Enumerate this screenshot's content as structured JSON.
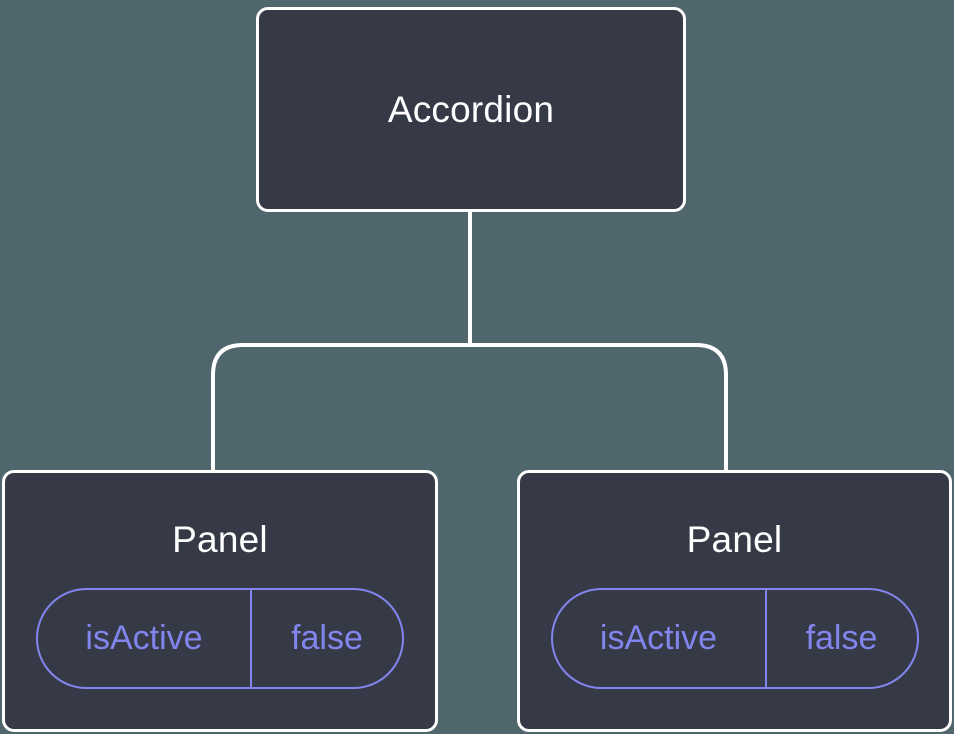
{
  "theme": {
    "bg": "#4f666d",
    "node-fill": "#353a46",
    "node-border": "#ffffff",
    "accent": "#8285ee",
    "text-light": "#ffffff"
  },
  "diagram": {
    "type": "component-tree",
    "root": {
      "label": "Accordion"
    },
    "children": [
      {
        "label": "Panel",
        "state": {
          "key": "isActive",
          "value": "false"
        }
      },
      {
        "label": "Panel",
        "state": {
          "key": "isActive",
          "value": "false"
        }
      }
    ]
  }
}
